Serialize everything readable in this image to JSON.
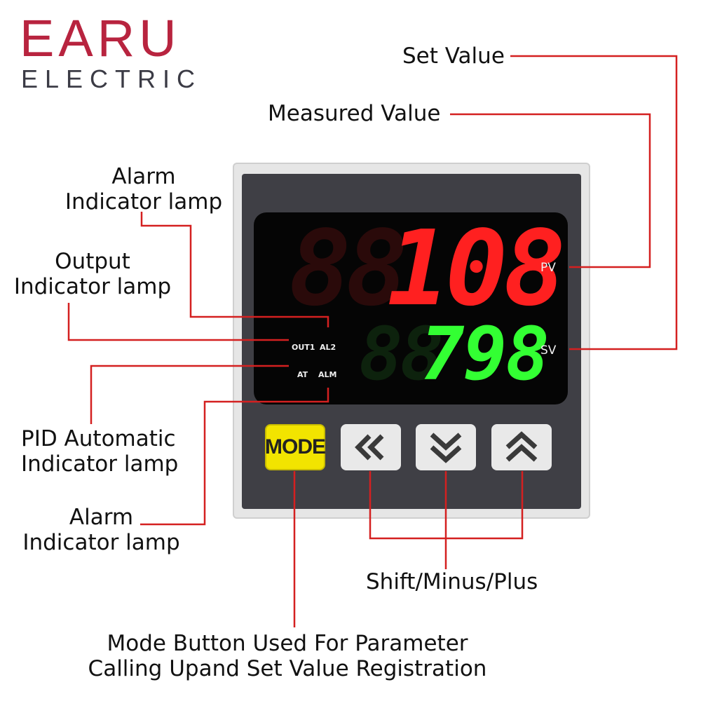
{
  "brand": {
    "name": "EARU",
    "subtitle": "ELECTRIC"
  },
  "labels": {
    "set_value": "Set Value",
    "measured_value": "Measured Value",
    "alarm_top_line1": "Alarm",
    "alarm_top_line2": "Indicator lamp",
    "output_line1": "Output",
    "output_line2": "Indicator lamp",
    "pid_line1": "PID Automatic",
    "pid_line2": "Indicator lamp",
    "alarm_bottom_line1": "Alarm",
    "alarm_bottom_line2": "Indicator lamp",
    "shift_minus_plus": "Shift/Minus/Plus",
    "mode_desc_line1": "Mode Button Used For Parameter",
    "mode_desc_line2": "Calling Upand Set Value Registration"
  },
  "display": {
    "pv_value": "108",
    "sv_value": "798",
    "pv_tag": "PV",
    "sv_tag": "SV",
    "indicators": {
      "out1": "OUT1",
      "al2": "AL2",
      "at": "AT",
      "alm": "ALM"
    },
    "colors": {
      "pv": "#ff2020",
      "sv": "#33ff33",
      "leader": "#d42020",
      "brand": "#b8243f"
    }
  },
  "buttons": {
    "mode": "MODE",
    "shift_icon": "double-chevron-left-icon",
    "minus_icon": "double-chevron-down-icon",
    "plus_icon": "double-chevron-up-icon"
  }
}
